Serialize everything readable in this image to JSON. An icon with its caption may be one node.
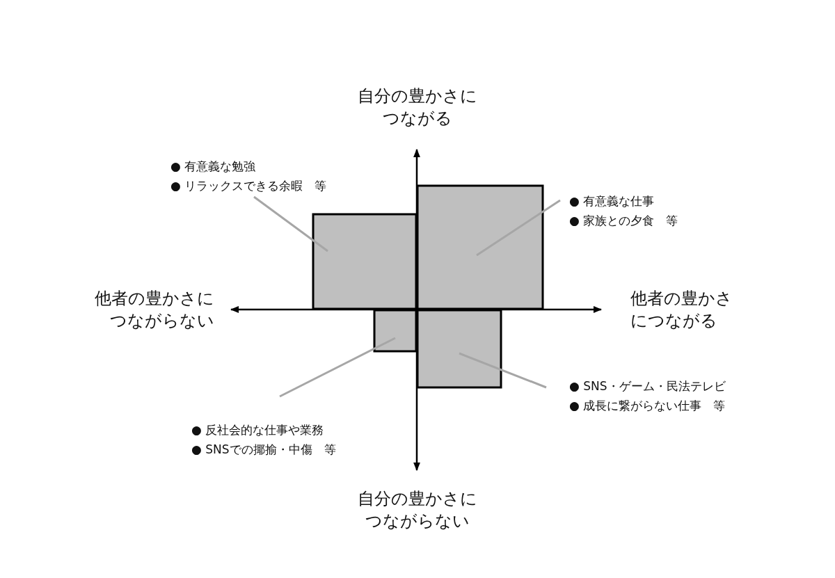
{
  "diagram": {
    "nodes": [
      {
        "text": [
          "● 有意義な勉強",
          "● リラックスできる余暇　等"
        ]
      },
      {
        "text": [],
        "shape": "box"
      },
      {
        "text": [],
        "shape": "box"
      },
      {
        "text": [
          "● 有意義な仕事",
          "● 家族との夕食　等"
        ]
      },
      {
        "text": [],
        "shape": "box"
      },
      {
        "text": [],
        "shape": "box"
      },
      {
        "text": [
          "● SNS・ゲーム・民法テレビ",
          "● 成長に繋がらない仕事　等"
        ]
      },
      {
        "text": [
          "● 反社会的な仕事や業務",
          "● SNSでの揶揄・中傷　等"
        ]
      }
    ],
    "edges": [
      {
        "from": 0,
        "to": 1,
        "arrow": "none"
      },
      {
        "from": 3,
        "to": 2,
        "arrow": "none"
      },
      {
        "from": 6,
        "to": 5,
        "arrow": "none"
      },
      {
        "from": 7,
        "to": 4,
        "arrow": "none"
      }
    ],
    "labels": [
      "自分の豊かさにつながる",
      "他者の豊かさにつながらない",
      "他者の豊かさにつながる",
      "自分の豊かさにつながらない"
    ]
  }
}
